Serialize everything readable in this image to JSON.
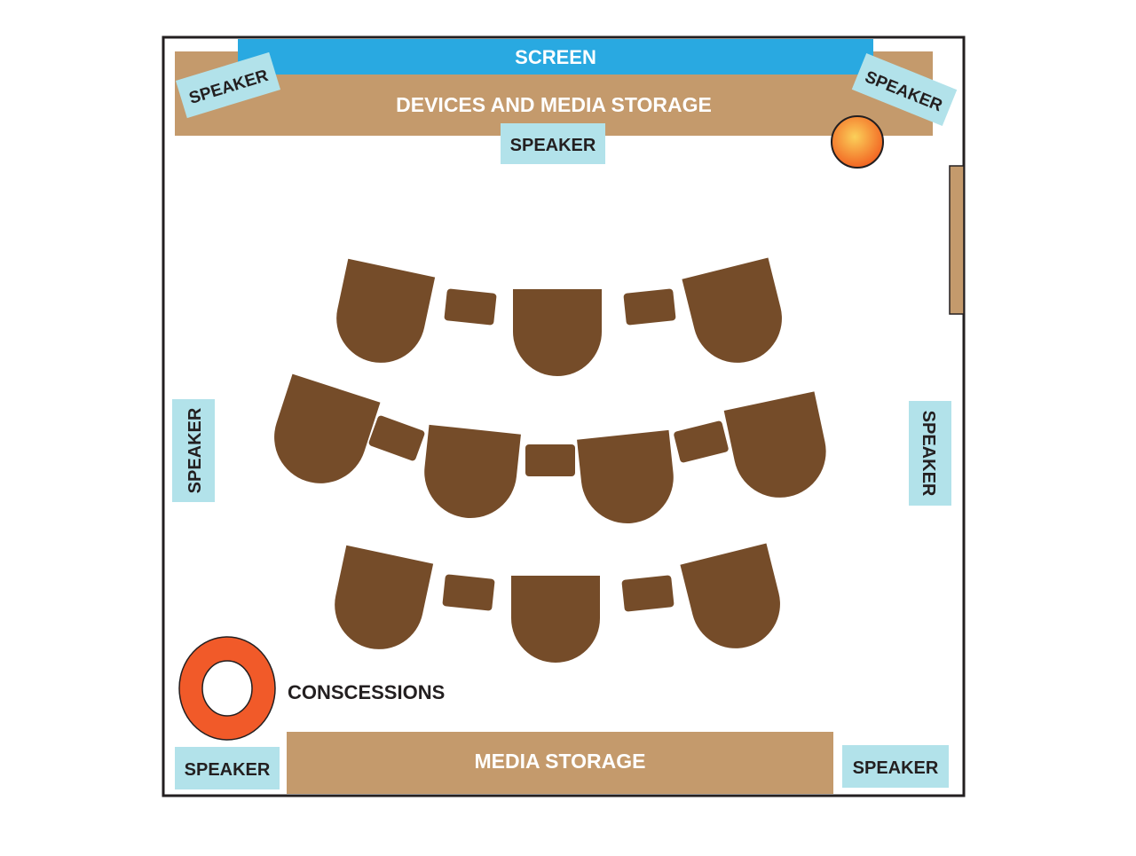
{
  "labels": {
    "screen": "SCREEN",
    "devices_storage": "DEVICES AND MEDIA STORAGE",
    "media_storage": "MEDIA STORAGE",
    "concessions": "CONSCESSIONS",
    "speaker": "SPEAKER"
  },
  "colors": {
    "screen": "#29a9e1",
    "storage": "#c49a6c",
    "speaker_box": "#b2e2ea",
    "furniture": "#754c29",
    "concessions_ring": "#f15a29",
    "lamp_center": "#fbd05a",
    "lamp_edge": "#f26522",
    "wall": "#231f20",
    "speaker_text": "#231f20",
    "storage_text": "#ffffff"
  },
  "icons": {
    "lamp": "lamp-icon",
    "concessions": "concessions-ring-icon"
  }
}
